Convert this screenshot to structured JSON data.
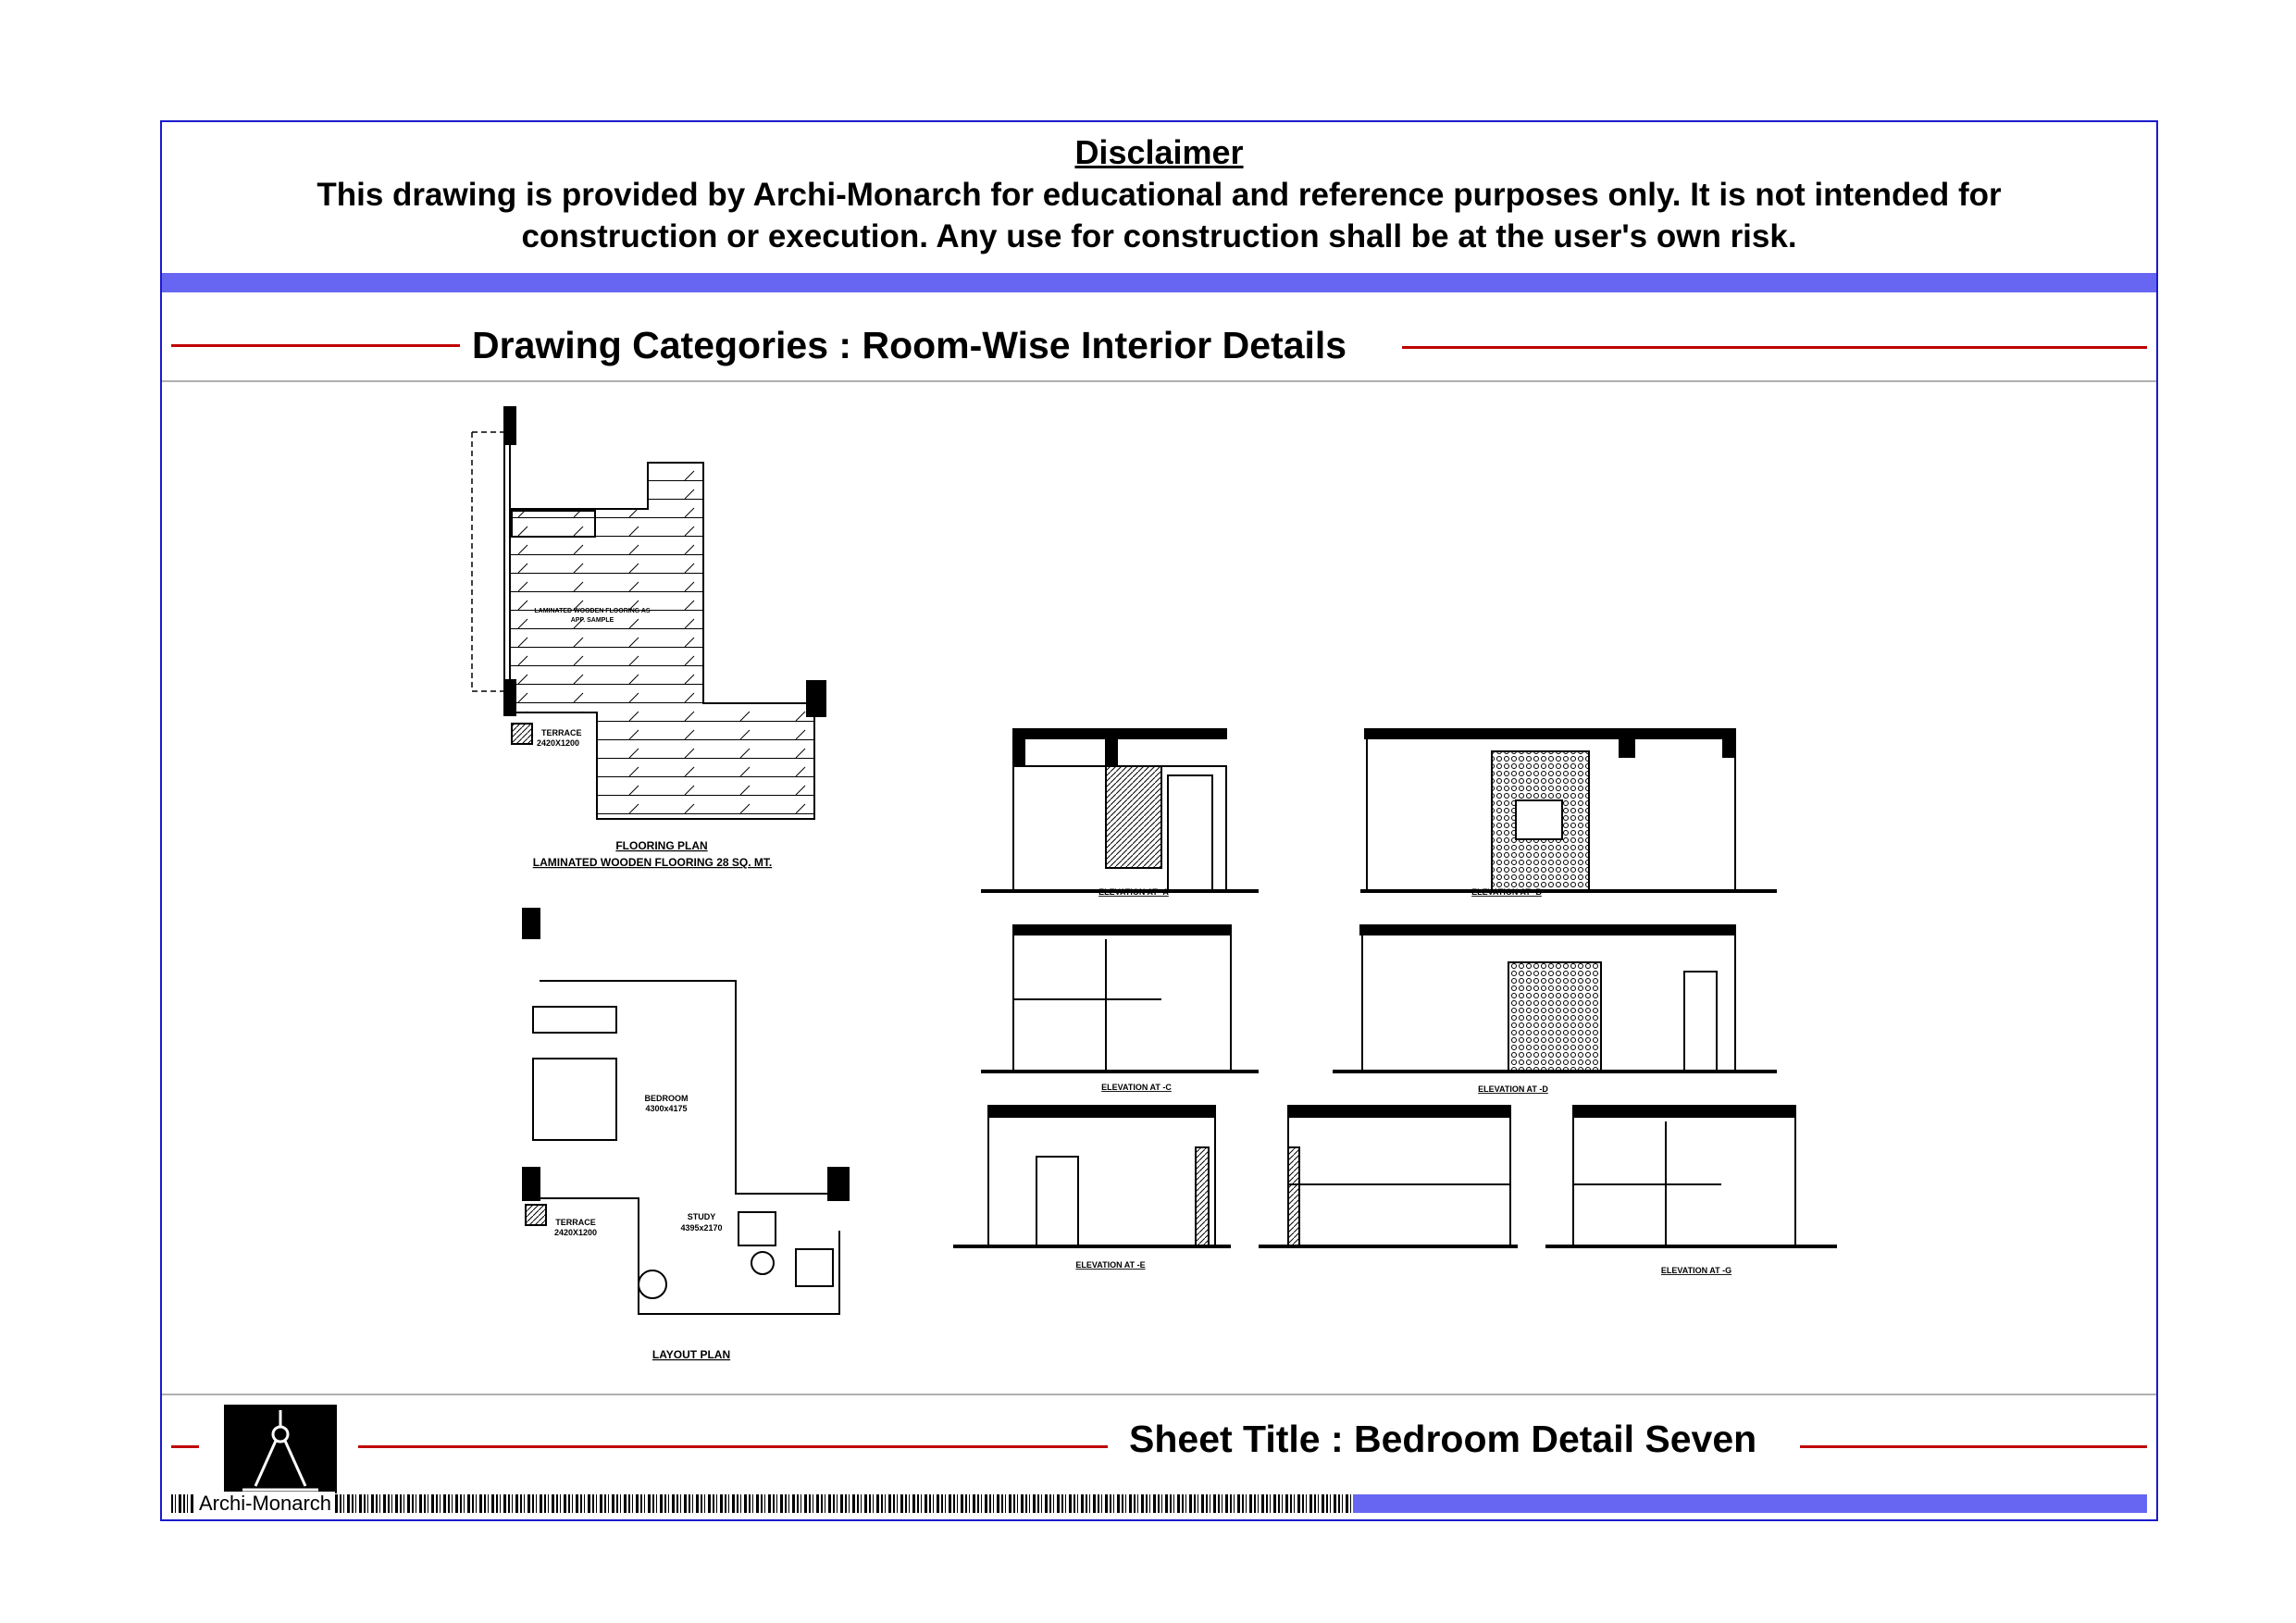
{
  "disclaimer": {
    "title": "Disclaimer",
    "text": "This drawing is provided by Archi-Monarch for educational and reference purposes only. It is not intended for construction or execution. Any use for construction shall be at the user's own risk."
  },
  "category": {
    "title": "Drawing Categories : Room-Wise Interior Details"
  },
  "drawings": {
    "flooring_plan": {
      "title": "FLOORING PLAN",
      "subtitle": "LAMINATED WOODEN FLOORING 28 SQ. MT.",
      "floor_note_1": "LAMINATED WOODEN FLOORING AS",
      "floor_note_2": "APP. SAMPLE",
      "terrace": "TERRACE",
      "terrace_size": "2420X1200"
    },
    "layout_plan": {
      "title": "LAYOUT PLAN",
      "bedroom": "BEDROOM",
      "bedroom_size": "4300x4175",
      "study": "STUDY",
      "study_size": "4395x2170",
      "terrace": "TERRACE",
      "terrace_size": "2420X1200"
    },
    "elevations": [
      {
        "label": "ELEVATION AT -A"
      },
      {
        "label": "ELEVATION AT -B"
      },
      {
        "label": "ELEVATION AT -C"
      },
      {
        "label": "ELEVATION AT -D"
      },
      {
        "label": "ELEVATION AT -E"
      },
      {
        "label": "ELEVATION AT -G"
      }
    ]
  },
  "footer": {
    "sheet_title": "Sheet Title : Bedroom Detail Seven",
    "brand": "Archi-Monarch"
  },
  "colors": {
    "frame": "#1a1acc",
    "band": "#6666f2",
    "rule": "#c00000"
  }
}
